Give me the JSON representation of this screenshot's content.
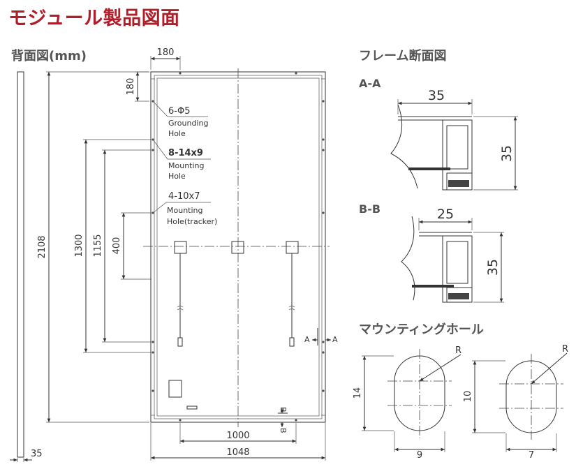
{
  "title": "モジュール製品図面",
  "back_view": {
    "heading": "背面図(mm)",
    "dim_top_180": "180",
    "dim_side_180": "180",
    "dim_height": "2108",
    "dim_1300": "1300",
    "dim_1155": "1155",
    "dim_400": "400",
    "dim_width_1000": "1000",
    "dim_width_1048": "1048",
    "dim_thickness": "35",
    "note_grounding": {
      "spec": "6-Φ5",
      "line1": "Grounding",
      "line2": "Hole"
    },
    "note_mounting": {
      "spec": "8-14x9",
      "line1": "Mounting",
      "line2": "Hole"
    },
    "note_tracker": {
      "spec": "4-10x7",
      "line1": "Mounting",
      "line2": "Hole(tracker)"
    },
    "marker_a": "A",
    "marker_b": "B"
  },
  "frame_section": {
    "heading": "フレーム断面図",
    "aa": {
      "label": "A-A",
      "width": "35",
      "height": "35"
    },
    "bb": {
      "label": "B-B",
      "width": "25",
      "height": "35"
    }
  },
  "mounting_holes": {
    "heading": "マウンティングホール",
    "hole1": {
      "height": "14",
      "width": "9",
      "radius": "R"
    },
    "hole2": {
      "height": "10",
      "width": "7",
      "radius": "R"
    }
  }
}
